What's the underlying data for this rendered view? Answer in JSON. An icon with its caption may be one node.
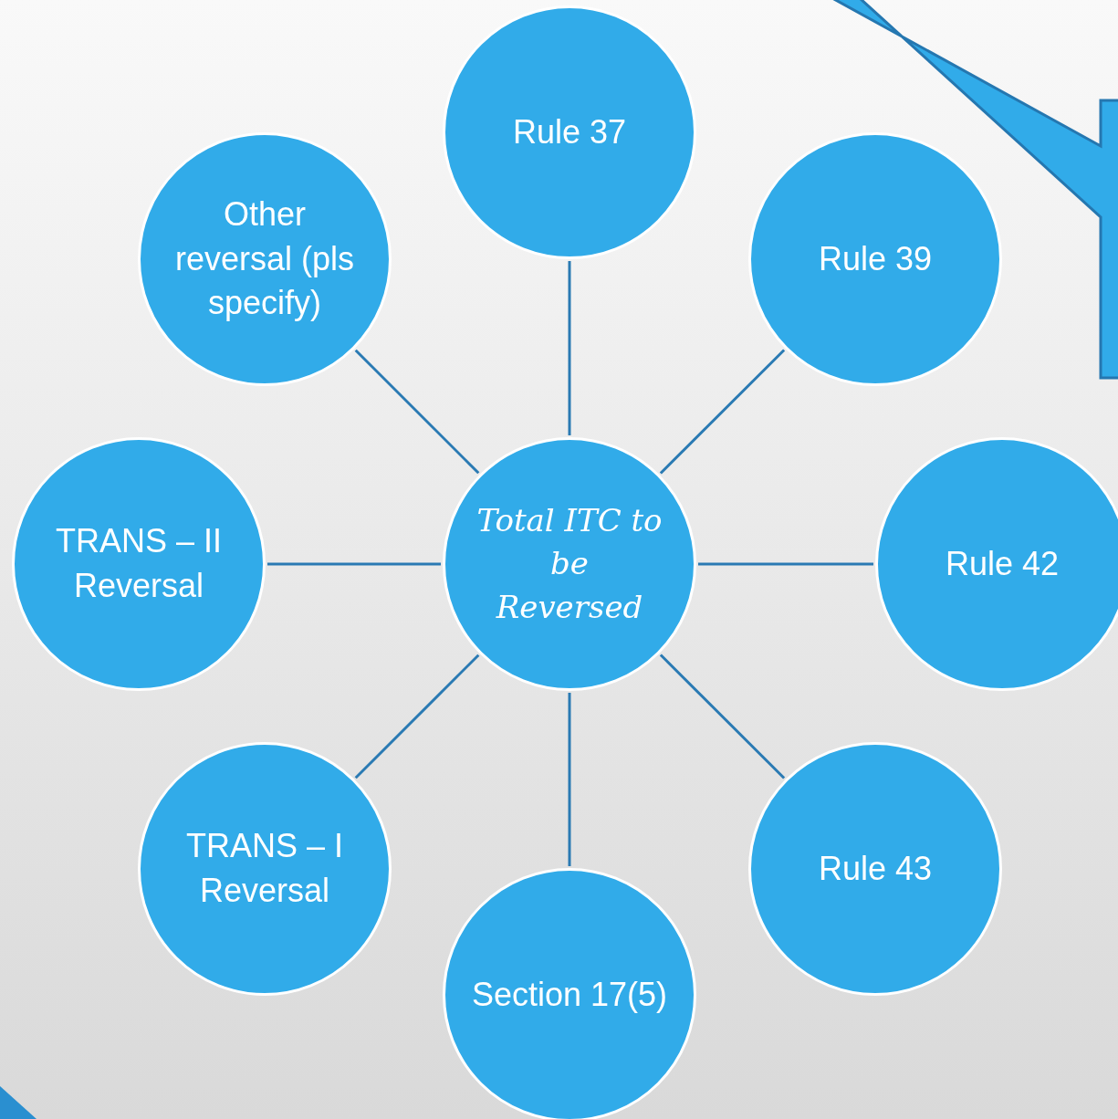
{
  "diagram": {
    "nodes": [
      {
        "text": [
          "Total ITC to be Reversed"
        ]
      },
      {
        "text": [
          "Rule 37"
        ]
      },
      {
        "text": [
          "Rule 39"
        ]
      },
      {
        "text": [
          "Rule 42"
        ]
      },
      {
        "text": [
          "Rule 43"
        ]
      },
      {
        "text": [
          "Section 17(5)"
        ]
      },
      {
        "text": [
          "TRANS – I Reversal"
        ]
      },
      {
        "text": [
          "TRANS – II Reversal"
        ]
      },
      {
        "text": [
          "Other reversal (pls specify)"
        ]
      }
    ],
    "edges": [
      {
        "from": 0,
        "to": 1,
        "arrow": "none"
      },
      {
        "from": 0,
        "to": 2,
        "arrow": "none"
      },
      {
        "from": 0,
        "to": 3,
        "arrow": "none"
      },
      {
        "from": 0,
        "to": 4,
        "arrow": "none"
      },
      {
        "from": 0,
        "to": 5,
        "arrow": "none"
      },
      {
        "from": 0,
        "to": 6,
        "arrow": "none"
      },
      {
        "from": 0,
        "to": 7,
        "arrow": "none"
      },
      {
        "from": 0,
        "to": 8,
        "arrow": "none"
      }
    ]
  }
}
